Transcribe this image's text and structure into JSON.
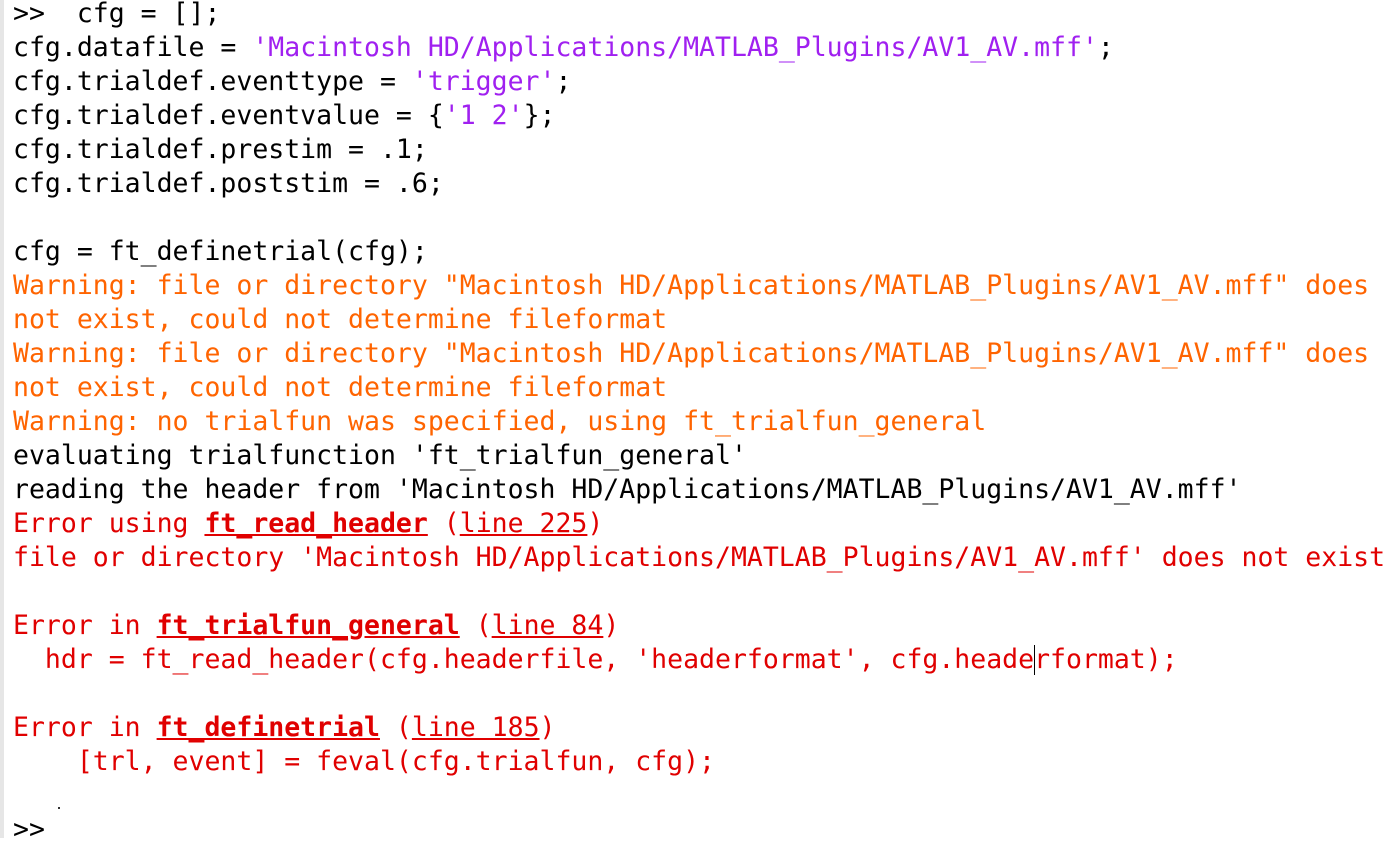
{
  "console": {
    "lines": [
      [
        {
          "t": ">>  cfg = [];",
          "c": ""
        }
      ],
      [
        {
          "t": "cfg.datafile = ",
          "c": ""
        },
        {
          "t": "'Macintosh HD/Applications/MATLAB_Plugins/AV1_AV.mff'",
          "c": "str"
        },
        {
          "t": ";",
          "c": ""
        }
      ],
      [
        {
          "t": "cfg.trialdef.eventtype = ",
          "c": ""
        },
        {
          "t": "'trigger'",
          "c": "str"
        },
        {
          "t": ";",
          "c": ""
        }
      ],
      [
        {
          "t": "cfg.trialdef.eventvalue = {",
          "c": ""
        },
        {
          "t": "'1 2'",
          "c": "str"
        },
        {
          "t": "};",
          "c": ""
        }
      ],
      [
        {
          "t": "cfg.trialdef.prestim = .1;",
          "c": ""
        }
      ],
      [
        {
          "t": "cfg.trialdef.poststim = .6;",
          "c": ""
        }
      ],
      [],
      [
        {
          "t": "cfg = ft_definetrial(cfg);",
          "c": ""
        }
      ],
      [
        {
          "t": "Warning: file or directory \"Macintosh HD/Applications/MATLAB_Plugins/AV1_AV.mff\" does",
          "c": "warn"
        }
      ],
      [
        {
          "t": "not exist, could not determine fileformat",
          "c": "warn"
        }
      ],
      [
        {
          "t": "Warning: file or directory \"Macintosh HD/Applications/MATLAB_Plugins/AV1_AV.mff\" does",
          "c": "warn"
        }
      ],
      [
        {
          "t": "not exist, could not determine fileformat",
          "c": "warn"
        }
      ],
      [
        {
          "t": "Warning: no trialfun was specified, using ft_trialfun_general",
          "c": "warn"
        }
      ],
      [
        {
          "t": "evaluating trialfunction 'ft_trialfun_general'",
          "c": ""
        }
      ],
      [
        {
          "t": "reading the header from 'Macintosh HD/Applications/MATLAB_Plugins/AV1_AV.mff'",
          "c": ""
        }
      ],
      [
        {
          "t": "Error using ",
          "c": "err"
        },
        {
          "t": "ft_read_header",
          "c": "link"
        },
        {
          "t": " (",
          "c": "err"
        },
        {
          "t": "line 225",
          "c": "lnk"
        },
        {
          "t": ")",
          "c": "err"
        }
      ],
      [
        {
          "t": "file or directory 'Macintosh HD/Applications/MATLAB_Plugins/AV1_AV.mff' does not exist",
          "c": "err"
        }
      ],
      [],
      [
        {
          "t": "Error in ",
          "c": "err"
        },
        {
          "t": "ft_trialfun_general",
          "c": "link"
        },
        {
          "t": " (",
          "c": "err"
        },
        {
          "t": "line 84",
          "c": "lnk"
        },
        {
          "t": ")",
          "c": "err"
        }
      ],
      [
        {
          "t": "  hdr = ft_read_header(cfg.headerfile, 'headerformat', cfg.heade",
          "c": "err"
        },
        {
          "t": "",
          "c": "caret"
        },
        {
          "t": "rformat);",
          "c": "err"
        }
      ],
      [],
      [
        {
          "t": "Error in ",
          "c": "err"
        },
        {
          "t": "ft_definetrial",
          "c": "link"
        },
        {
          "t": " (",
          "c": "err"
        },
        {
          "t": "line 185",
          "c": "lnk"
        },
        {
          "t": ")",
          "c": "err"
        }
      ],
      [
        {
          "t": "    [trl, event] = feval(cfg.trialfun, cfg);",
          "c": "err"
        }
      ],
      [],
      [
        {
          "t": ">> ",
          "c": ""
        }
      ]
    ]
  },
  "colors": {
    "string": "#a020f0",
    "warning": "#ff6400",
    "error": "#e00000"
  }
}
